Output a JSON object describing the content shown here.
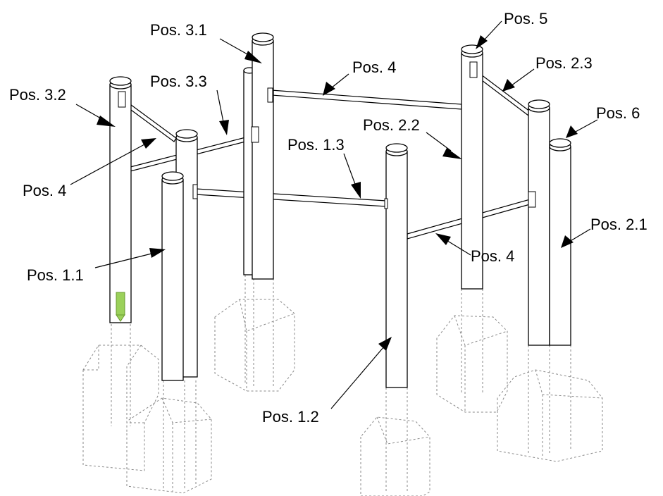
{
  "labels": {
    "pos_3_1": "Pos. 3.1",
    "pos_5": "Pos. 5",
    "pos_4_top": "Pos. 4",
    "pos_2_3": "Pos. 2.3",
    "pos_3_2": "Pos. 3.2",
    "pos_3_3": "Pos. 3.3",
    "pos_6": "Pos. 6",
    "pos_2_2": "Pos. 2.2",
    "pos_1_3": "Pos. 1.3",
    "pos_4_left": "Pos. 4",
    "pos_2_1": "Pos. 2.1",
    "pos_4_mid": "Pos. 4",
    "pos_1_1": "Pos. 1.1",
    "pos_1_2": "Pos. 1.2"
  },
  "colors": {
    "line": "#000000",
    "foundation": "#8a8a8a",
    "highlight": "#9bd15a"
  }
}
